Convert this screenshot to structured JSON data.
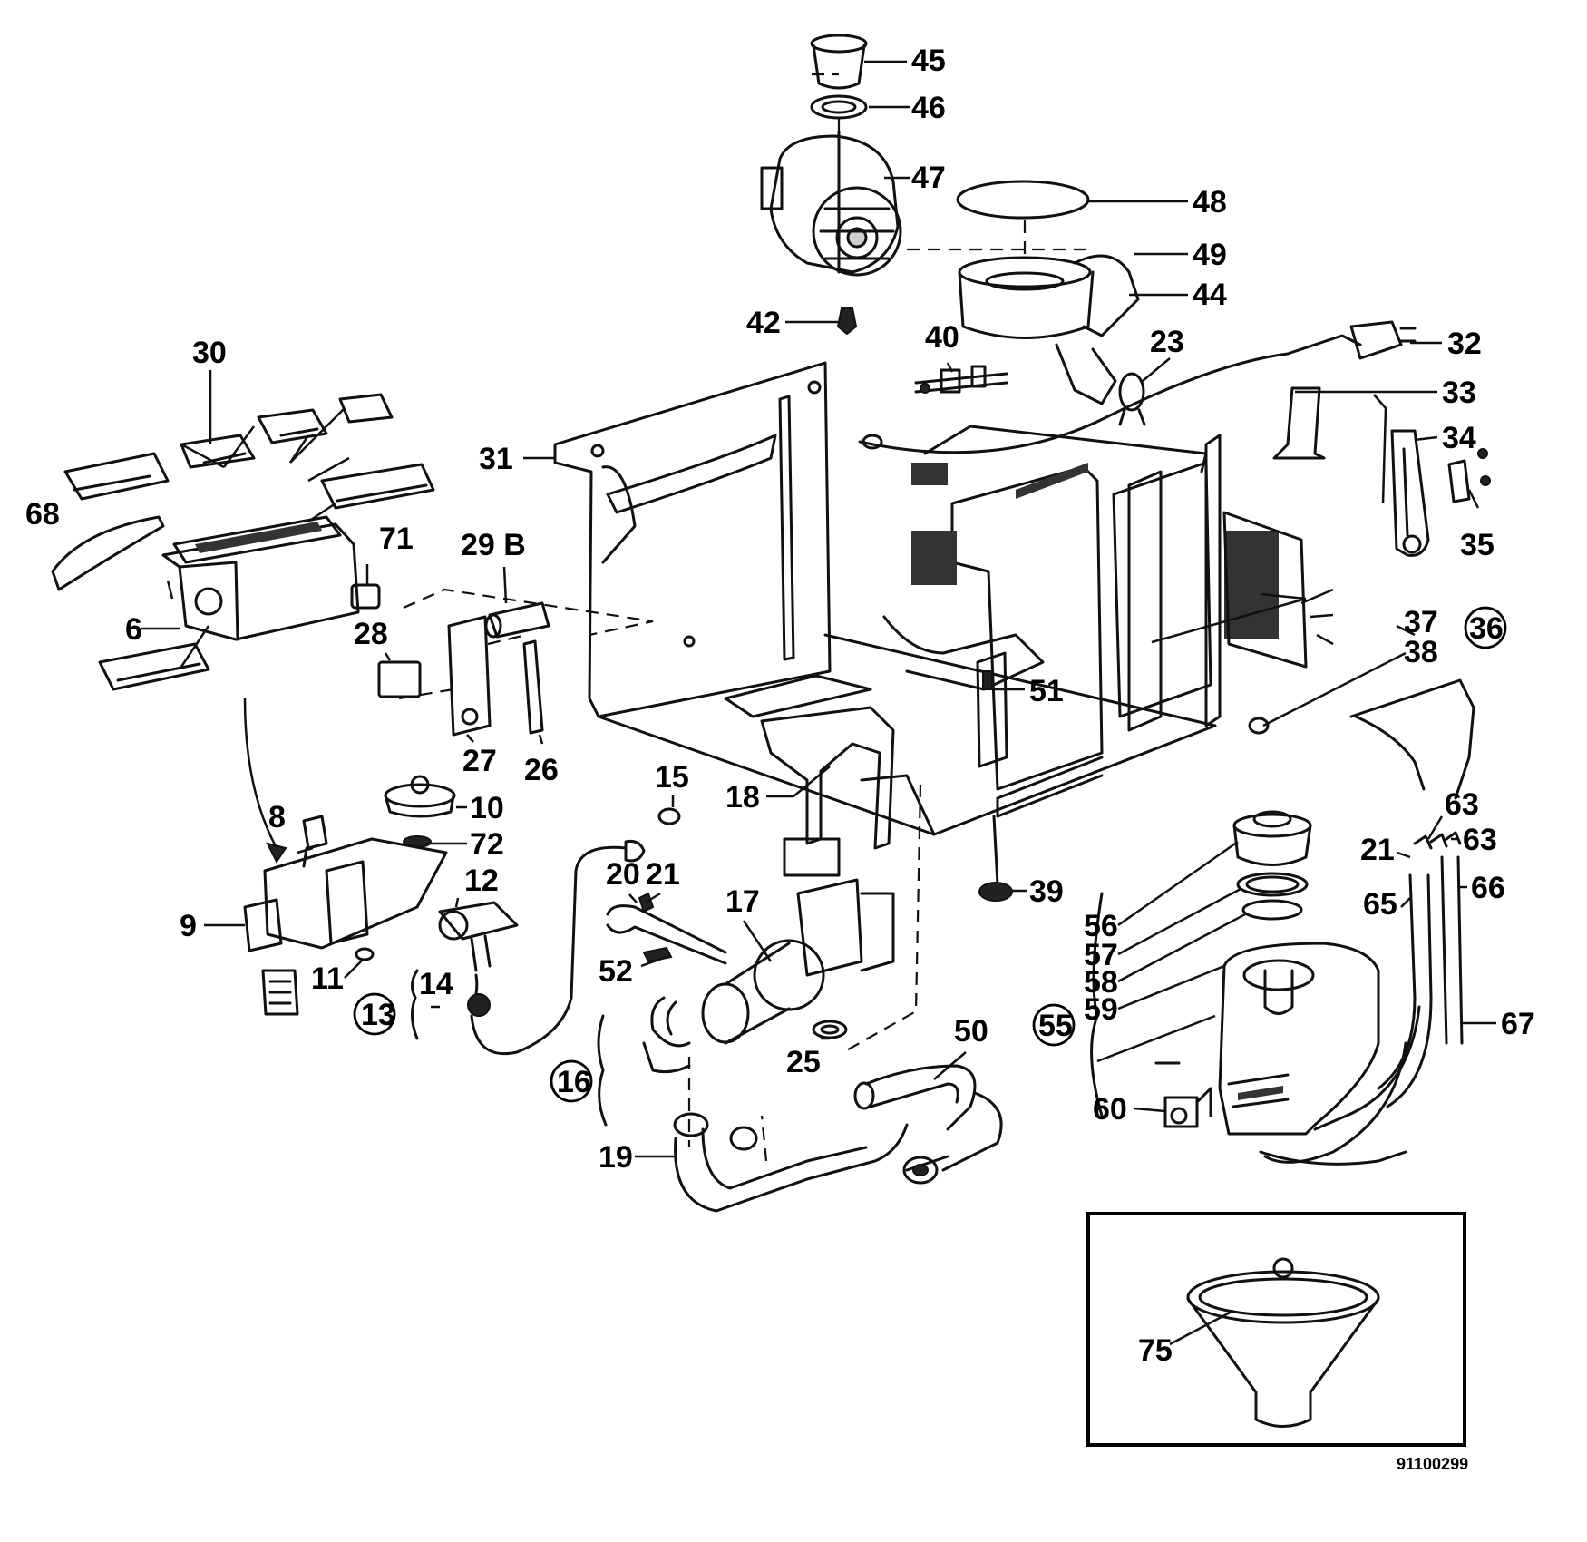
{
  "drawing_code": "91100299",
  "callouts": {
    "c45": "45",
    "c46": "46",
    "c47": "47",
    "c48": "48",
    "c49": "49",
    "c44": "44",
    "c42": "42",
    "c40": "40",
    "c23": "23",
    "c32": "32",
    "c33": "33",
    "c34": "34",
    "c35": "35",
    "c31": "31",
    "c30": "30",
    "c68": "68",
    "c6": "6",
    "c71": "71",
    "c29b": "29 B",
    "c28": "28",
    "c27": "27",
    "c26": "26",
    "c51": "51",
    "c37": "37",
    "c36": "36",
    "c38": "38",
    "c10": "10",
    "c72": "72",
    "c8": "8",
    "c9": "9",
    "c12": "12",
    "c11": "11",
    "c14": "14",
    "c13": "13",
    "c15": "15",
    "c18": "18",
    "c20": "20",
    "c21a": "21",
    "c17": "17",
    "c52": "52",
    "c16": "16",
    "c25": "25",
    "c19": "19",
    "c50": "50",
    "c39": "39",
    "c63a": "63",
    "c63b": "63",
    "c21b": "21",
    "c65": "65",
    "c66": "66",
    "c56": "56",
    "c57": "57",
    "c58": "58",
    "c59": "59",
    "c55": "55",
    "c67": "67",
    "c60": "60",
    "c75": "75"
  }
}
